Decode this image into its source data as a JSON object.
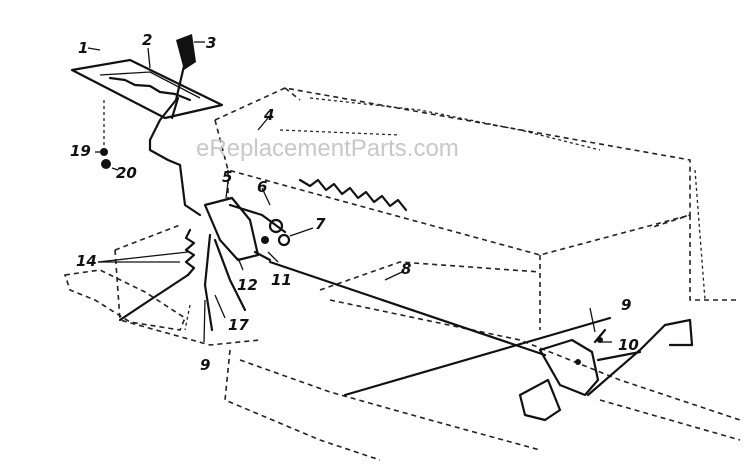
{
  "watermark": "eReplacementParts.com",
  "callouts": [
    {
      "id": "c1",
      "text": "1"
    },
    {
      "id": "c2",
      "text": "2"
    },
    {
      "id": "c3",
      "text": "3"
    },
    {
      "id": "c4",
      "text": "4"
    },
    {
      "id": "c5",
      "text": "5"
    },
    {
      "id": "c6",
      "text": "6"
    },
    {
      "id": "c7",
      "text": "7"
    },
    {
      "id": "c8",
      "text": "8"
    },
    {
      "id": "c9a",
      "text": "9"
    },
    {
      "id": "c9b",
      "text": "9"
    },
    {
      "id": "c10",
      "text": "10"
    },
    {
      "id": "c11",
      "text": "11"
    },
    {
      "id": "c12",
      "text": "12"
    },
    {
      "id": "c14",
      "text": "14"
    },
    {
      "id": "c17",
      "text": "17"
    },
    {
      "id": "c19",
      "text": "19"
    },
    {
      "id": "c20",
      "text": "20"
    }
  ]
}
